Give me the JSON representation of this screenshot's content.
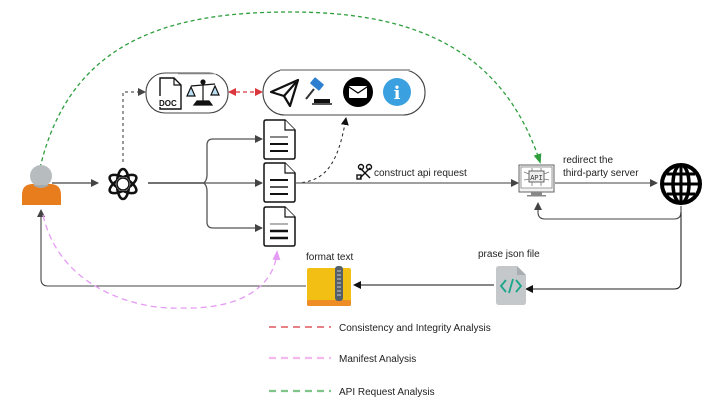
{
  "diagram": {
    "labels": {
      "construct": "construct api request",
      "redirect_line1": "redirect the",
      "redirect_line2": "third-party server",
      "parse_json": "prase json file",
      "format_text": "format text",
      "doc_text": "DOC",
      "api_text": "API",
      "info_text": "i"
    },
    "nodes": [
      {
        "id": "user",
        "icon": "user-icon",
        "color": "#e87d1e"
      },
      {
        "id": "openai",
        "icon": "openai-logo-icon"
      },
      {
        "id": "doc-check",
        "icon": "doc-and-scales-icon"
      },
      {
        "id": "actions",
        "icons": [
          "send-icon",
          "gavel-icon",
          "mail-icon",
          "info-icon"
        ]
      },
      {
        "id": "documents",
        "icon": "document-icon",
        "count": 3
      },
      {
        "id": "api-server",
        "icon": "api-server-icon"
      },
      {
        "id": "web",
        "icon": "globe-icon"
      },
      {
        "id": "json-file",
        "icon": "code-file-icon"
      },
      {
        "id": "archive",
        "icon": "zip-archive-icon",
        "color": "#f2c014"
      }
    ],
    "colors": {
      "consistency": "#d9363e",
      "manifest": "#e59cf5",
      "api_request": "#2e9e3e",
      "line": "#444444"
    }
  },
  "legend": {
    "items": [
      {
        "label": "Consistency and Integrity Analysis",
        "color": "#d9363e"
      },
      {
        "label": "Manifest Analysis",
        "color": "#f5b8ee"
      },
      {
        "label": "API Request Analysis",
        "color": "#7fc58a"
      }
    ]
  }
}
